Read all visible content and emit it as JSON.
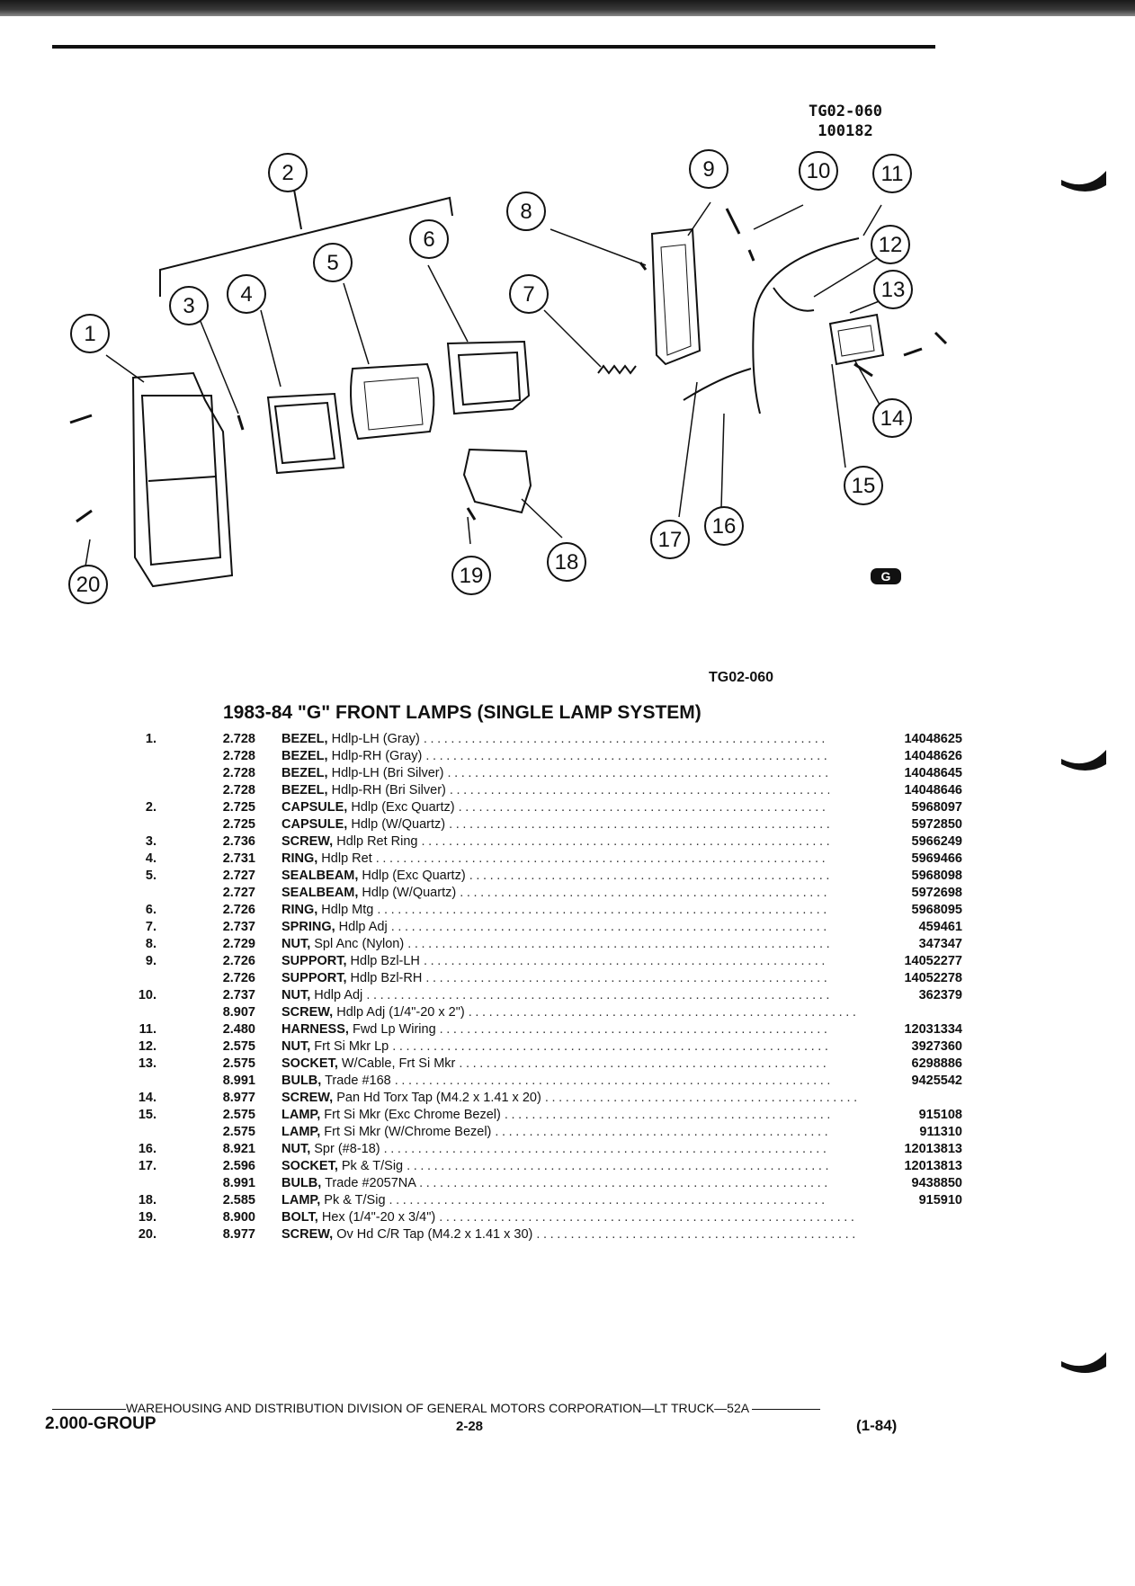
{
  "figure": {
    "code_top": "TG02-060",
    "code_sub": "100182",
    "caption": "TG02-060",
    "callouts": [
      "1",
      "2",
      "3",
      "4",
      "5",
      "6",
      "7",
      "8",
      "9",
      "10",
      "11",
      "12",
      "13",
      "14",
      "15",
      "16",
      "17",
      "18",
      "19",
      "20"
    ]
  },
  "table": {
    "title": "1983-84 \"G\" FRONT LAMPS (SINGLE LAMP SYSTEM)",
    "rows": [
      {
        "item": "1.",
        "group": "2.728",
        "name": "BEZEL,",
        "desc": "Hdlp-LH (Gray)",
        "part": "14048625"
      },
      {
        "item": "",
        "group": "2.728",
        "name": "BEZEL,",
        "desc": "Hdlp-RH (Gray)",
        "part": "14048626"
      },
      {
        "item": "",
        "group": "2.728",
        "name": "BEZEL,",
        "desc": "Hdlp-LH (Bri Silver)",
        "part": "14048645"
      },
      {
        "item": "",
        "group": "2.728",
        "name": "BEZEL,",
        "desc": "Hdlp-RH (Bri Silver)",
        "part": "14048646"
      },
      {
        "item": "2.",
        "group": "2.725",
        "name": "CAPSULE,",
        "desc": "Hdlp (Exc Quartz)",
        "part": "5968097"
      },
      {
        "item": "",
        "group": "2.725",
        "name": "CAPSULE,",
        "desc": "Hdlp (W/Quartz)",
        "part": "5972850"
      },
      {
        "item": "3.",
        "group": "2.736",
        "name": "SCREW,",
        "desc": "Hdlp Ret Ring",
        "part": "5966249"
      },
      {
        "item": "4.",
        "group": "2.731",
        "name": "RING,",
        "desc": "Hdlp Ret",
        "part": "5969466"
      },
      {
        "item": "5.",
        "group": "2.727",
        "name": "SEALBEAM,",
        "desc": "Hdlp (Exc Quartz)",
        "part": "5968098"
      },
      {
        "item": "",
        "group": "2.727",
        "name": "SEALBEAM,",
        "desc": "Hdlp (W/Quartz)",
        "part": "5972698"
      },
      {
        "item": "6.",
        "group": "2.726",
        "name": "RING,",
        "desc": "Hdlp Mtg",
        "part": "5968095"
      },
      {
        "item": "7.",
        "group": "2.737",
        "name": "SPRING,",
        "desc": "Hdlp Adj",
        "part": "459461"
      },
      {
        "item": "8.",
        "group": "2.729",
        "name": "NUT,",
        "desc": "Spl Anc (Nylon)",
        "part": "347347"
      },
      {
        "item": "9.",
        "group": "2.726",
        "name": "SUPPORT,",
        "desc": "Hdlp Bzl-LH",
        "part": "14052277"
      },
      {
        "item": "",
        "group": "2.726",
        "name": "SUPPORT,",
        "desc": "Hdlp Bzl-RH",
        "part": "14052278"
      },
      {
        "item": "10.",
        "group": "2.737",
        "name": "NUT,",
        "desc": "Hdlp Adj",
        "part": "362379"
      },
      {
        "item": "",
        "group": "8.907",
        "name": "SCREW,",
        "desc": "Hdlp Adj (1/4\"-20 x 2\")",
        "part": ""
      },
      {
        "item": "11.",
        "group": "2.480",
        "name": "HARNESS,",
        "desc": "Fwd Lp Wiring",
        "part": "12031334"
      },
      {
        "item": "12.",
        "group": "2.575",
        "name": "NUT,",
        "desc": "Frt Si Mkr Lp",
        "part": "3927360"
      },
      {
        "item": "13.",
        "group": "2.575",
        "name": "SOCKET,",
        "desc": "W/Cable, Frt Si Mkr",
        "part": "6298886"
      },
      {
        "item": "",
        "group": "8.991",
        "name": "BULB,",
        "desc": "Trade #168",
        "part": "9425542"
      },
      {
        "item": "14.",
        "group": "8.977",
        "name": "SCREW,",
        "desc": "Pan Hd Torx Tap (M4.2 x 1.41 x 20)",
        "part": ""
      },
      {
        "item": "15.",
        "group": "2.575",
        "name": "LAMP,",
        "desc": "Frt Si Mkr (Exc Chrome Bezel)",
        "part": "915108"
      },
      {
        "item": "",
        "group": "2.575",
        "name": "LAMP,",
        "desc": "Frt Si Mkr (W/Chrome Bezel)",
        "part": "911310"
      },
      {
        "item": "16.",
        "group": "8.921",
        "name": "NUT,",
        "desc": "Spr (#8-18)",
        "part": "12013813"
      },
      {
        "item": "17.",
        "group": "2.596",
        "name": "SOCKET,",
        "desc": "Pk & T/Sig",
        "part": "12013813"
      },
      {
        "item": "",
        "group": "8.991",
        "name": "BULB,",
        "desc": "Trade #2057NA",
        "part": "9438850"
      },
      {
        "item": "18.",
        "group": "2.585",
        "name": "LAMP,",
        "desc": "Pk & T/Sig",
        "part": "915910"
      },
      {
        "item": "19.",
        "group": "8.900",
        "name": "BOLT,",
        "desc": "Hex (1/4\"-20 x 3/4\")",
        "part": ""
      },
      {
        "item": "20.",
        "group": "8.977",
        "name": "SCREW,",
        "desc": "Ov Hd C/R Tap (M4.2 x 1.41 x 30)",
        "part": ""
      }
    ]
  },
  "footer": {
    "division": "WAREHOUSING AND DISTRIBUTION  DIVISION OF GENERAL MOTORS CORPORATION—LT TRUCK—52A",
    "group": "2.000-GROUP",
    "page": "2-28",
    "date": "(1-84)"
  }
}
